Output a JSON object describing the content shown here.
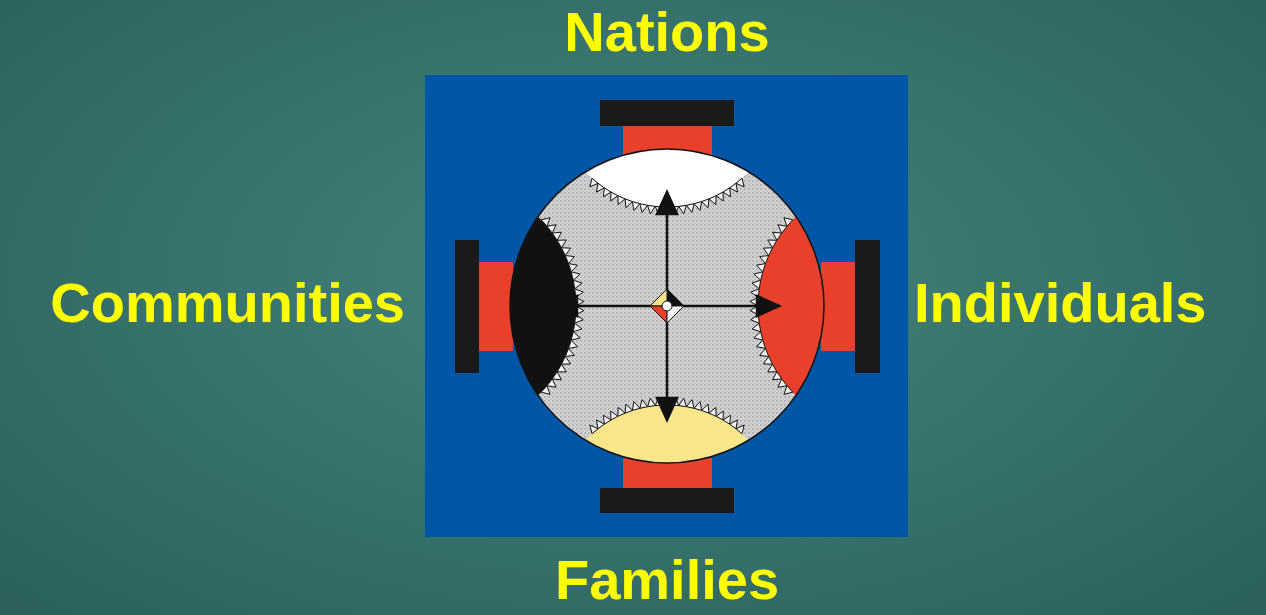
{
  "diagram": {
    "labels": [
      "Nations",
      "Communities",
      "Individuals",
      "Families"
    ]
  }
}
